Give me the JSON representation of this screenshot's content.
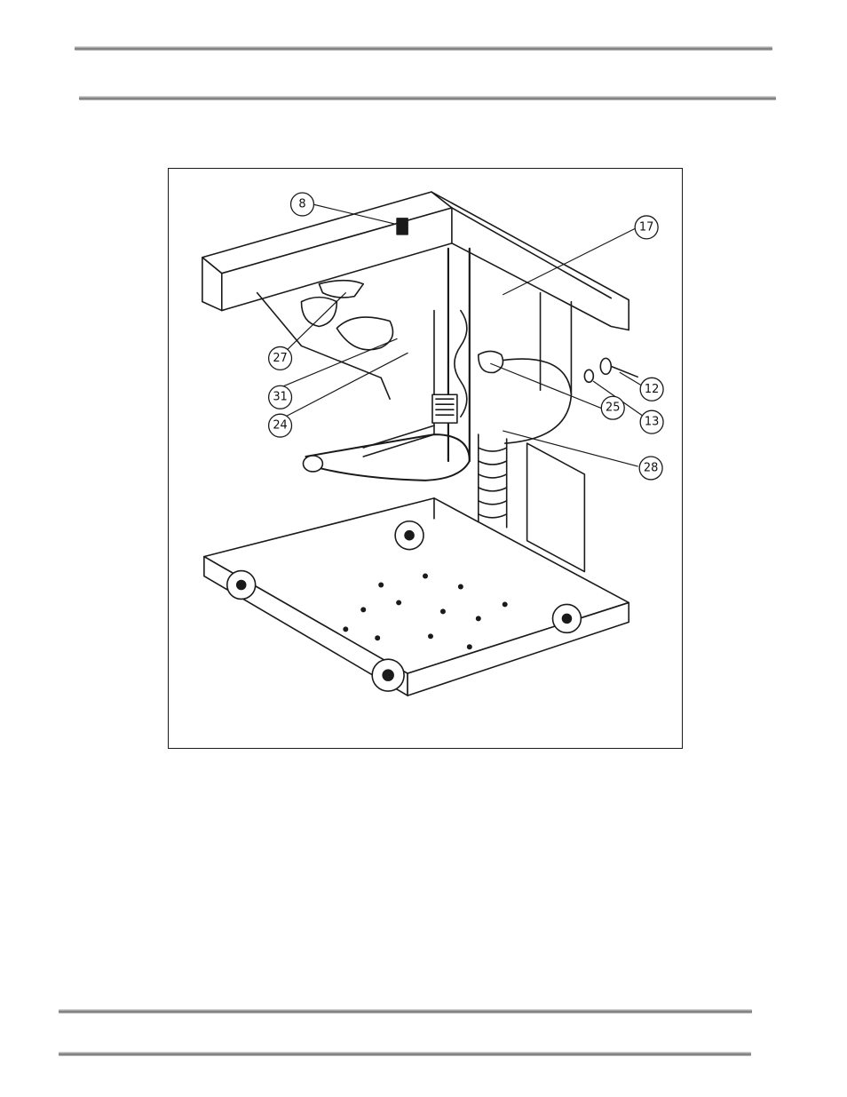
{
  "figure": {
    "callouts": [
      {
        "id": "c8",
        "label": "8"
      },
      {
        "id": "c17",
        "label": "17"
      },
      {
        "id": "c27",
        "label": "27"
      },
      {
        "id": "c31",
        "label": "31"
      },
      {
        "id": "c24",
        "label": "24"
      },
      {
        "id": "c12",
        "label": "12"
      },
      {
        "id": "c25",
        "label": "25"
      },
      {
        "id": "c13",
        "label": "13"
      },
      {
        "id": "c28",
        "label": "28"
      }
    ]
  }
}
